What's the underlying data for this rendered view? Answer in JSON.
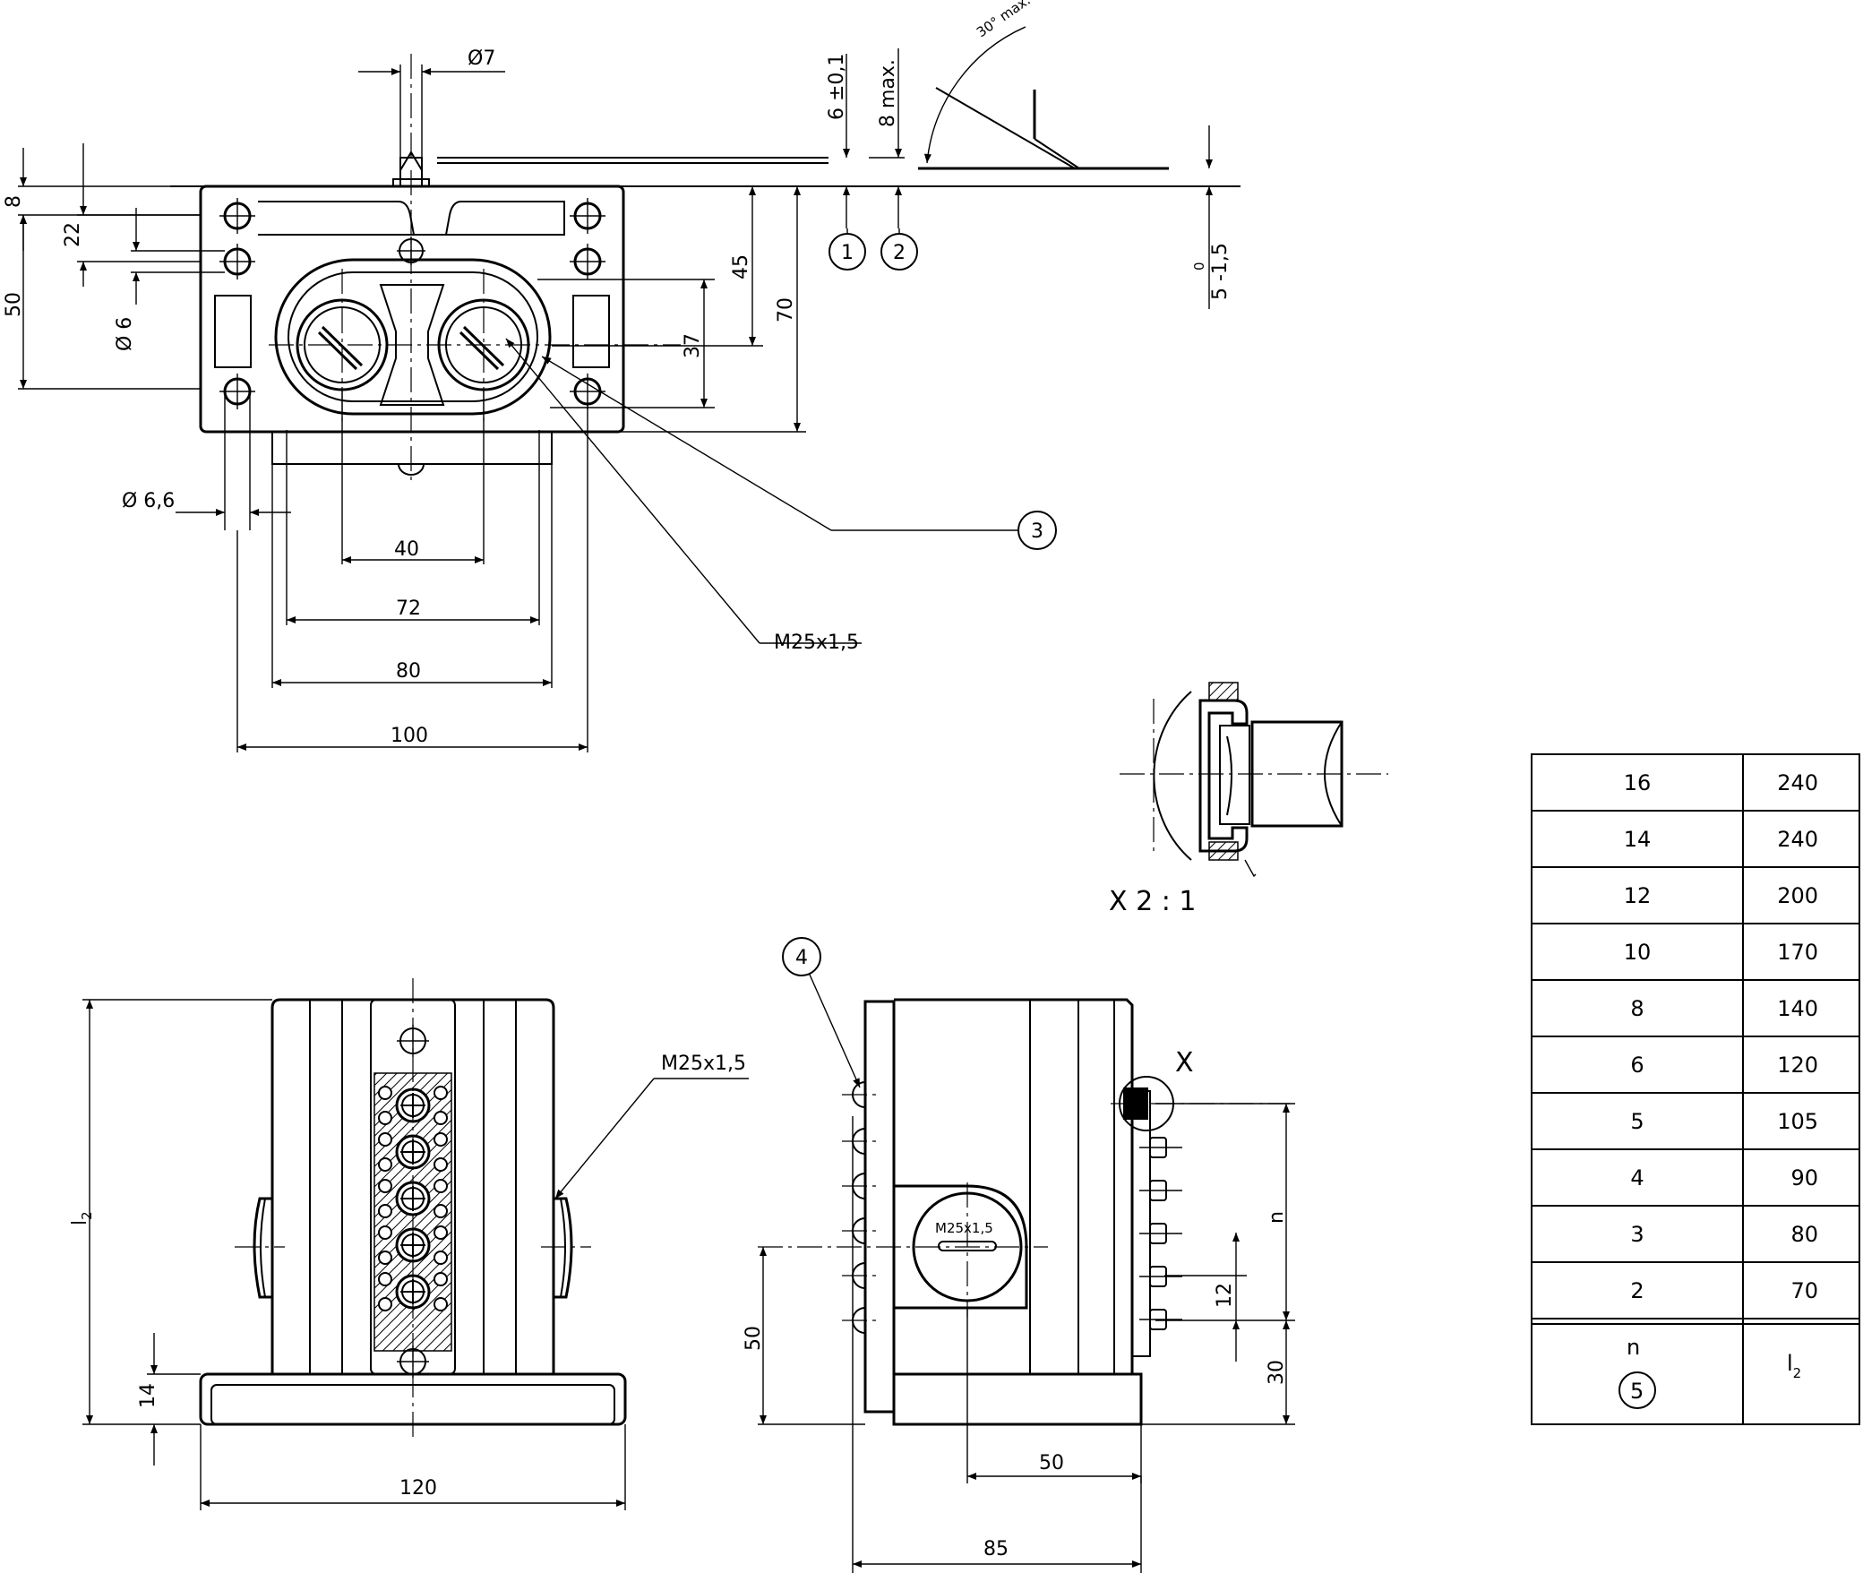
{
  "top_view": {
    "dims": {
      "d7": "Ø7",
      "d8": "8",
      "d22": "22",
      "d50": "50",
      "d6": "Ø 6",
      "d66": "Ø 6,6",
      "d40": "40",
      "d72": "72",
      "d80": "80",
      "d100": "100",
      "d45": "45",
      "d70": "70",
      "d37": "37",
      "d6tol": "6 ±0,1",
      "d8max": "8 max.",
      "angle": "30° max.",
      "d5": "5 -1,5",
      "d5top": "0"
    },
    "thread_label": "M25x1,5",
    "callouts": [
      "1",
      "2",
      "3"
    ]
  },
  "detail": {
    "label": "X 2 : 1"
  },
  "front_view": {
    "dims": {
      "l2": "l",
      "l2_sub": "2",
      "d14": "14",
      "d120": "120"
    },
    "thread_label": "M25x1,5"
  },
  "side_view": {
    "callout": "4",
    "detail_mark": "X",
    "plate_label": "M25x1,5",
    "dims": {
      "n": "n",
      "d12": "12",
      "d30": "30",
      "d50v": "50",
      "d50h": "50",
      "d85": "85"
    }
  },
  "table": {
    "rows": [
      [
        "16",
        "240"
      ],
      [
        "14",
        "240"
      ],
      [
        "12",
        "200"
      ],
      [
        "10",
        "170"
      ],
      [
        "8",
        "140"
      ],
      [
        "6",
        "120"
      ],
      [
        "5",
        "105"
      ],
      [
        "4",
        "90"
      ],
      [
        "3",
        "80"
      ],
      [
        "2",
        "70"
      ]
    ],
    "footer_left": "n",
    "footer_left_callout": "5",
    "footer_right": "l",
    "footer_right_sub": "2"
  }
}
